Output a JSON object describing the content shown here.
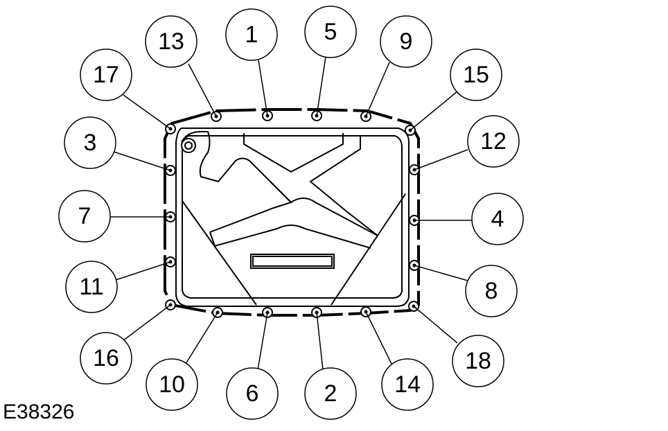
{
  "figure_id": "E38326",
  "colors": {
    "line": "#000000",
    "background": "#ffffff"
  },
  "callouts": [
    "1",
    "2",
    "3",
    "4",
    "5",
    "6",
    "7",
    "8",
    "9",
    "10",
    "11",
    "12",
    "13",
    "14",
    "15",
    "16",
    "17",
    "18"
  ]
}
